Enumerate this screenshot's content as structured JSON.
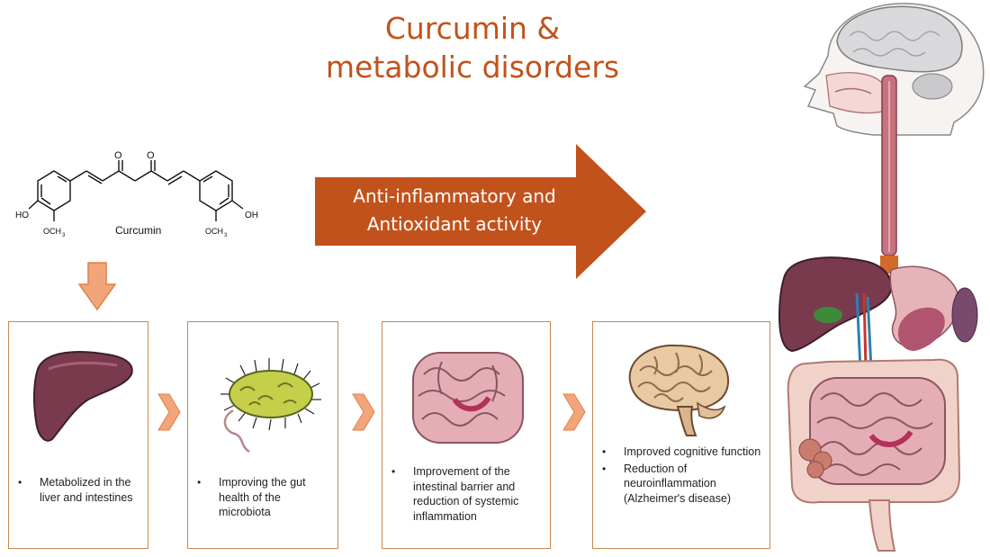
{
  "title": {
    "line1": "Curcumin &",
    "line2": "metabolic disorders"
  },
  "molecule": {
    "name": "Curcumin",
    "left_oh": "HO",
    "right_oh": "OH",
    "ketone_left": "O",
    "ketone_right": "O",
    "methoxy_left": "OCH",
    "methoxy_left_sub": "3",
    "methoxy_right": "OCH",
    "methoxy_right_sub": "3"
  },
  "arrow": {
    "line1": "Anti-inflammatory and",
    "line2": "Antioxidant activity"
  },
  "boxes": [
    {
      "bullets": [
        "Metabolized in the liver and intestines"
      ]
    },
    {
      "bullets": [
        "Improving the gut health of the microbiota"
      ]
    },
    {
      "bullets": [
        "Improvement of the intestinal barrier and reduction of systemic inflammation"
      ]
    },
    {
      "bullets": [
        "Improved cognitive function",
        "Reduction of neuroinflammation (Alzheimer's disease)"
      ]
    }
  ],
  "colors": {
    "title": "#c0531c",
    "big_arrow": "#c2521c",
    "down_arrow": "#f2a57a",
    "chevron": "#f2a57a",
    "box_border": "#c9884f"
  }
}
